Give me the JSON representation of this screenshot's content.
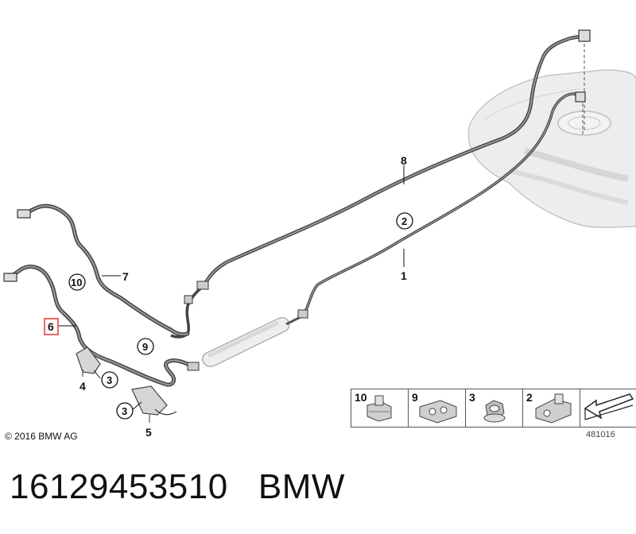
{
  "callouts": {
    "c1": "1",
    "c2": "2",
    "c3a": "3",
    "c3b": "3",
    "c4": "4",
    "c5": "5",
    "c6": "6",
    "c7": "7",
    "c8": "8",
    "c9": "9",
    "c10": "10"
  },
  "legend": [
    {
      "label": "10",
      "icon": "clip-10-icon"
    },
    {
      "label": "9",
      "icon": "clip-9-icon"
    },
    {
      "label": "3",
      "icon": "hex-nut-icon"
    },
    {
      "label": "2",
      "icon": "clip-2-icon"
    },
    {
      "label": "",
      "icon": "arrow-direction-icon"
    }
  ],
  "copyright": "© 2016 BMW AG",
  "diagram_ref": "481016",
  "part_number": "16129453510",
  "brand": "BMW",
  "colors": {
    "highlight": "#e53935",
    "line": "#333333",
    "tank": "#e8e8e8"
  }
}
